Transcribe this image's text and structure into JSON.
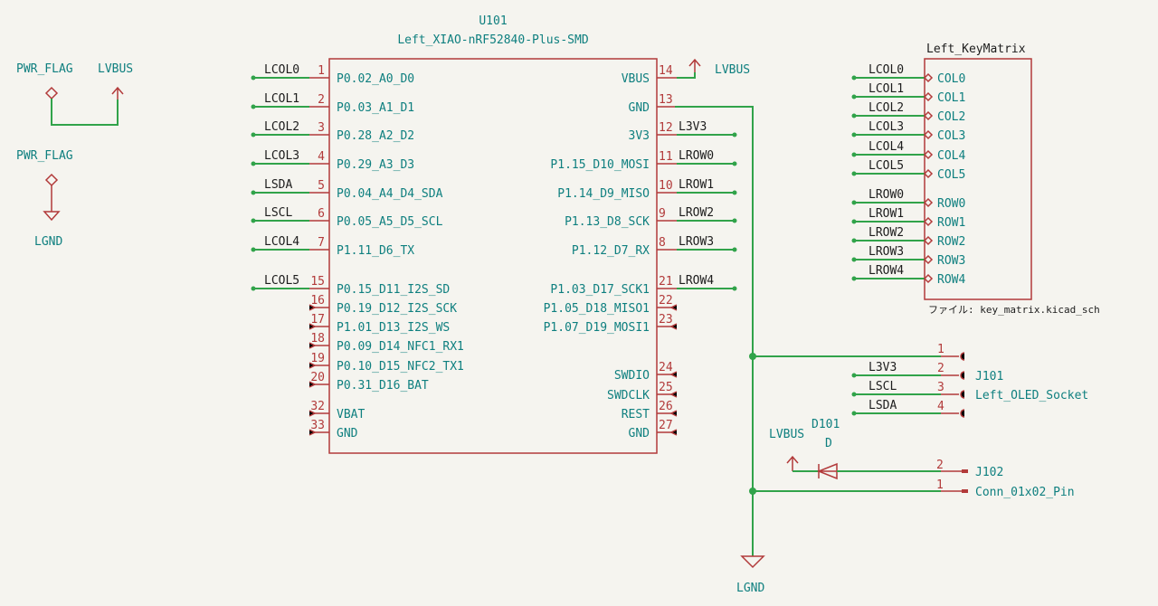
{
  "u101": {
    "ref": "U101",
    "value": "Left_XIAO-nRF52840-Plus-SMD",
    "left_pins": [
      {
        "num": "1",
        "name": "P0.02_A0_D0",
        "net": "LCOL0"
      },
      {
        "num": "2",
        "name": "P0.03_A1_D1",
        "net": "LCOL1"
      },
      {
        "num": "3",
        "name": "P0.28_A2_D2",
        "net": "LCOL2"
      },
      {
        "num": "4",
        "name": "P0.29_A3_D3",
        "net": "LCOL3"
      },
      {
        "num": "5",
        "name": "P0.04_A4_D4_SDA",
        "net": "LSDA"
      },
      {
        "num": "6",
        "name": "P0.05_A5_D5_SCL",
        "net": "LSCL"
      },
      {
        "num": "7",
        "name": "P1.11_D6_TX",
        "net": "LCOL4"
      },
      {
        "num": "15",
        "name": "P0.15_D11_I2S_SD",
        "net": "LCOL5"
      },
      {
        "num": "16",
        "name": "P0.19_D12_I2S_SCK",
        "net": ""
      },
      {
        "num": "17",
        "name": "P1.01_D13_I2S_WS",
        "net": ""
      },
      {
        "num": "18",
        "name": "P0.09_D14_NFC1_RX1",
        "net": ""
      },
      {
        "num": "19",
        "name": "P0.10_D15_NFC2_TX1",
        "net": ""
      },
      {
        "num": "20",
        "name": "P0.31_D16_BAT",
        "net": ""
      },
      {
        "num": "32",
        "name": "VBAT",
        "net": ""
      },
      {
        "num": "33",
        "name": "GND",
        "net": ""
      }
    ],
    "right_pins": [
      {
        "num": "14",
        "name": "VBUS",
        "net": "LVBUS"
      },
      {
        "num": "13",
        "name": "GND",
        "net": ""
      },
      {
        "num": "12",
        "name": "3V3",
        "net": "L3V3"
      },
      {
        "num": "11",
        "name": "P1.15_D10_MOSI",
        "net": "LROW0"
      },
      {
        "num": "10",
        "name": "P1.14_D9_MISO",
        "net": "LROW1"
      },
      {
        "num": "9",
        "name": "P1.13_D8_SCK",
        "net": "LROW2"
      },
      {
        "num": "8",
        "name": "P1.12_D7_RX",
        "net": "LROW3"
      },
      {
        "num": "21",
        "name": "P1.03_D17_SCK1",
        "net": "LROW4"
      },
      {
        "num": "22",
        "name": "P1.05_D18_MISO1",
        "net": ""
      },
      {
        "num": "23",
        "name": "P1.07_D19_MOSI1",
        "net": ""
      },
      {
        "num": "24",
        "name": "SWDIO",
        "net": ""
      },
      {
        "num": "25",
        "name": "SWDCLK",
        "net": ""
      },
      {
        "num": "26",
        "name": "REST",
        "net": ""
      },
      {
        "num": "27",
        "name": "GND",
        "net": ""
      }
    ]
  },
  "power": {
    "pwr_flag_1": "PWR_FLAG",
    "lvbus_1": "LVBUS",
    "pwr_flag_2": "PWR_FLAG",
    "lgnd_1": "LGND",
    "lgnd_2": "LGND",
    "lvbus_diode": "LVBUS"
  },
  "sheet": {
    "name": "Left_KeyMatrix",
    "file": "ファイル: key_matrix.kicad_sch",
    "col_pins": [
      "COL0",
      "COL1",
      "COL2",
      "COL3",
      "COL4",
      "COL5"
    ],
    "col_nets": [
      "LCOL0",
      "LCOL1",
      "LCOL2",
      "LCOL3",
      "LCOL4",
      "LCOL5"
    ],
    "row_pins": [
      "ROW0",
      "ROW1",
      "ROW2",
      "ROW3",
      "ROW4"
    ],
    "row_nets": [
      "LROW0",
      "LROW1",
      "LROW2",
      "LROW3",
      "LROW4"
    ]
  },
  "j101": {
    "ref": "J101",
    "value": "Left_OLED_Socket",
    "pins": [
      {
        "num": "1",
        "net": ""
      },
      {
        "num": "2",
        "net": "L3V3"
      },
      {
        "num": "3",
        "net": "LSCL"
      },
      {
        "num": "4",
        "net": "LSDA"
      }
    ]
  },
  "j102": {
    "ref": "J102",
    "value": "Conn_01x02_Pin",
    "pins": [
      "2",
      "1"
    ]
  },
  "d101": {
    "ref": "D101",
    "value": "D"
  },
  "colors": {
    "background": "#f5f4ef",
    "symbol": "#b23a3a",
    "wire": "#31a34a",
    "label": "#0e7f7f"
  }
}
